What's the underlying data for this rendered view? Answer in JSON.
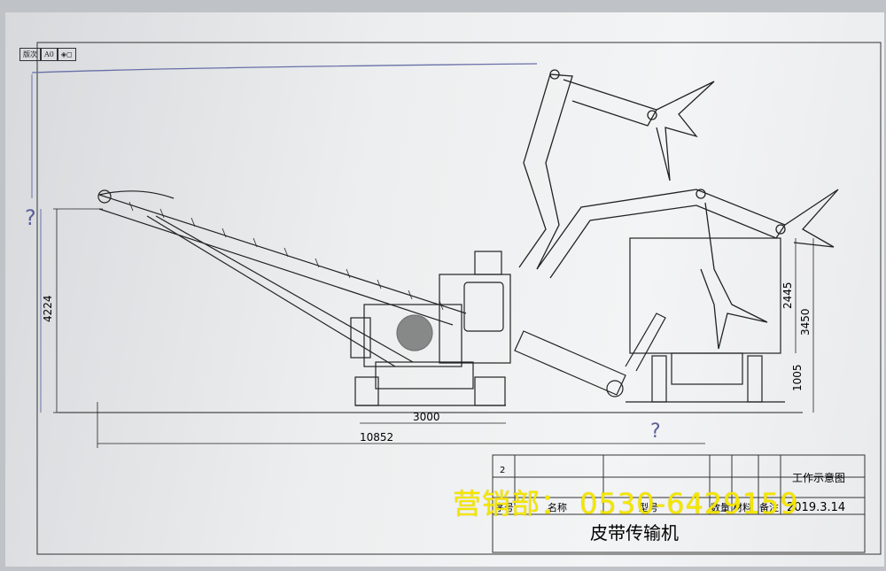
{
  "revision_box": {
    "label": "版次",
    "code": "A0"
  },
  "dimensions": {
    "height_total": "4224",
    "track_length": "3000",
    "overall_length": "10852",
    "unknown_top": "?",
    "unknown_gap": "?",
    "truck_bed_height": "2445",
    "truck_height": "3450",
    "truck_floor": "1005"
  },
  "hotline": "营销部： 0530-6429159",
  "title_block": {
    "row_index": "2",
    "drawing_title": "工作示意图",
    "col_seq": "序号",
    "col_name": "名称",
    "col_model": "型号",
    "col_qty": "数量",
    "col_material": "材料",
    "col_note": "备注",
    "date": "2019.3.14",
    "product_name": "皮带传输机"
  }
}
